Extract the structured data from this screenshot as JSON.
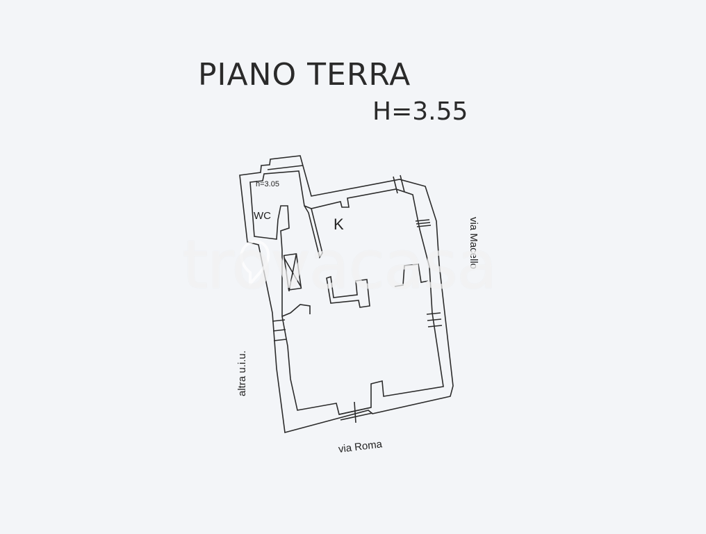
{
  "title": "PIANO TERRA",
  "height": "H=3.55",
  "rooms": {
    "kitchen": "K",
    "wc": "WC",
    "wc_height": "h=3.05"
  },
  "streets": {
    "south": "via Roma",
    "east": "via Macello",
    "west": "altra u.i.u."
  },
  "watermark": "trovacasa",
  "colors": {
    "background": "#f3f5f8",
    "ink": "#2a2a2a"
  }
}
